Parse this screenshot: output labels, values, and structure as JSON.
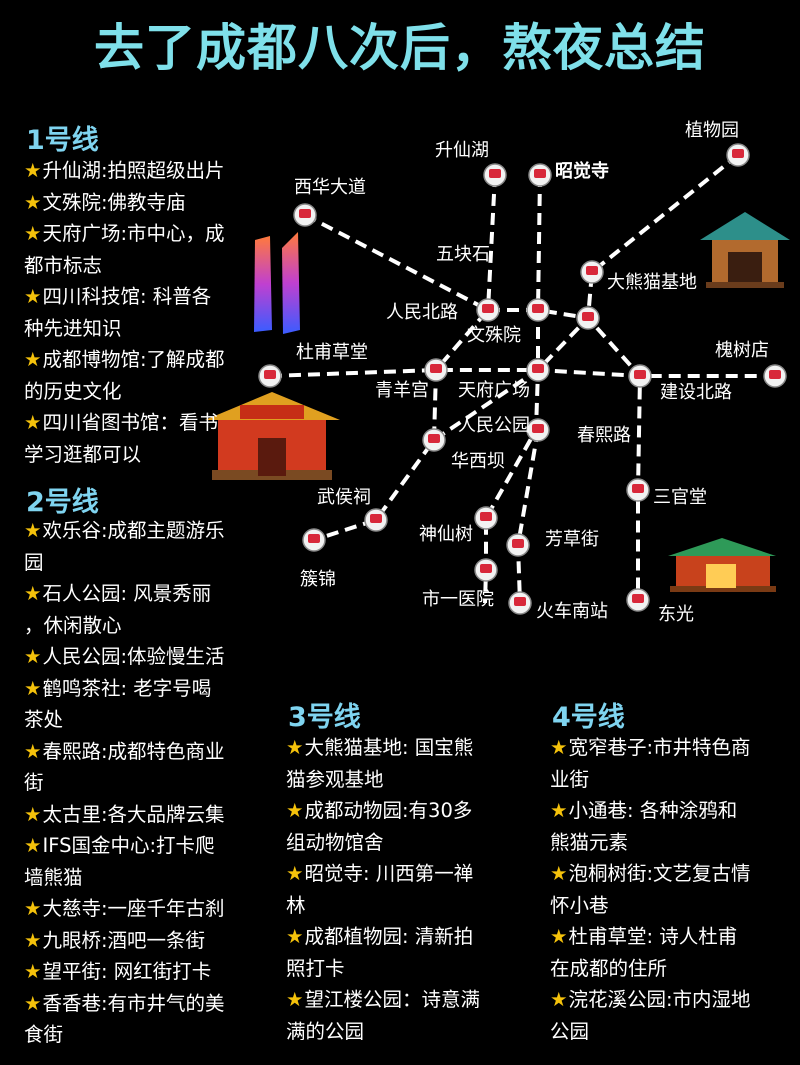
{
  "title": "去了成都八次后，熬夜总结",
  "star_icon": "★",
  "lines": [
    {
      "name": "1号线",
      "items": [
        [
          "升仙湖:拍照超级出片"
        ],
        [
          "文殊院:佛教寺庙"
        ],
        [
          "天府广场:市中心，成",
          "都市标志"
        ],
        [
          "四川科技馆: 科普各",
          "种先进知识"
        ],
        [
          "成都博物馆:了解成都",
          "的历史文化"
        ],
        [
          "四川省图书馆：看书",
          "学习逛都可以"
        ]
      ]
    },
    {
      "name": "2号线",
      "items": [
        [
          "欢乐谷:成都主题游乐",
          "园"
        ],
        [
          "石人公园: 风景秀丽",
          "，休闲散心"
        ],
        [
          "人民公园:体验慢生活"
        ],
        [
          "鹤鸣茶社: 老字号喝",
          "茶处"
        ],
        [
          "春熙路:成都特色商业",
          "街"
        ],
        [
          "太古里:各大品牌云集"
        ],
        [
          "IFS国金中心:打卡爬",
          "墙熊猫"
        ],
        [
          "大慈寺:一座千年古刹"
        ],
        [
          "九眼桥:酒吧一条街"
        ],
        [
          "望平街: 网红街打卡"
        ],
        [
          "香香巷:有市井气的美",
          "食街"
        ]
      ]
    },
    {
      "name": "3号线",
      "items": [
        [
          "大熊猫基地: 国宝熊",
          "猫参观基地"
        ],
        [
          "成都动物园:有30多",
          "组动物馆舍"
        ],
        [
          "昭觉寺: 川西第一禅",
          "林"
        ],
        [
          "成都植物园: 清新拍",
          "照打卡"
        ],
        [
          "望江楼公园：诗意满",
          "满的公园"
        ]
      ]
    },
    {
      "name": "4号线",
      "items": [
        [
          "宽窄巷子:市井特色商",
          "业街"
        ],
        [
          "小通巷: 各种涂鸦和",
          "熊猫元素"
        ],
        [
          "泡桐树街:文艺复古情",
          "怀小巷"
        ],
        [
          "杜甫草堂: 诗人杜甫",
          "在成都的住所"
        ],
        [
          "浣花溪公园:市内湿地",
          "公园"
        ]
      ]
    }
  ],
  "map": {
    "stations": [
      {
        "id": "shengxianhu",
        "label": "升仙湖"
      },
      {
        "id": "zhaojuesi",
        "label": "昭觉寺"
      },
      {
        "id": "zhiwuyuan",
        "label": "植物园"
      },
      {
        "id": "xihuadadao",
        "label": "西华大道"
      },
      {
        "id": "wukuaishi",
        "label": "五块石"
      },
      {
        "id": "daxiongmao",
        "label": "大熊猫基地"
      },
      {
        "id": "renminbeilu",
        "label": "人民北路"
      },
      {
        "id": "wenshuyuan",
        "label": "文殊院"
      },
      {
        "id": "dufucaotang",
        "label": "杜甫草堂"
      },
      {
        "id": "huaishudian",
        "label": "槐树店"
      },
      {
        "id": "qingyanggong",
        "label": "青羊宫"
      },
      {
        "id": "tianfuguangchang",
        "label": "天府广场"
      },
      {
        "id": "jiansheblu",
        "label": "建设北路"
      },
      {
        "id": "renmingongyuan",
        "label": "人民公园"
      },
      {
        "id": "chunxilu",
        "label": "春熙路"
      },
      {
        "id": "huaxiba",
        "label": "华西坝"
      },
      {
        "id": "wuhouci",
        "label": "武侯祠"
      },
      {
        "id": "sanguantang",
        "label": "三官堂"
      },
      {
        "id": "shenxianshu",
        "label": "神仙树"
      },
      {
        "id": "fangcaojie",
        "label": "芳草街"
      },
      {
        "id": "cuojin",
        "label": "簇锦"
      },
      {
        "id": "shiyiyiyuan",
        "label": "市一医院"
      },
      {
        "id": "huochenanzhan",
        "label": "火车南站"
      },
      {
        "id": "dongguang",
        "label": "东光"
      }
    ],
    "landmarks": [
      "tower-icon",
      "temple-icon",
      "palace-icon",
      "pavilion-icon"
    ]
  },
  "colors": {
    "title": "#7fe0ea",
    "heading": "#7fd4f0",
    "star": "#f5c20b",
    "route": "#ffffff"
  }
}
